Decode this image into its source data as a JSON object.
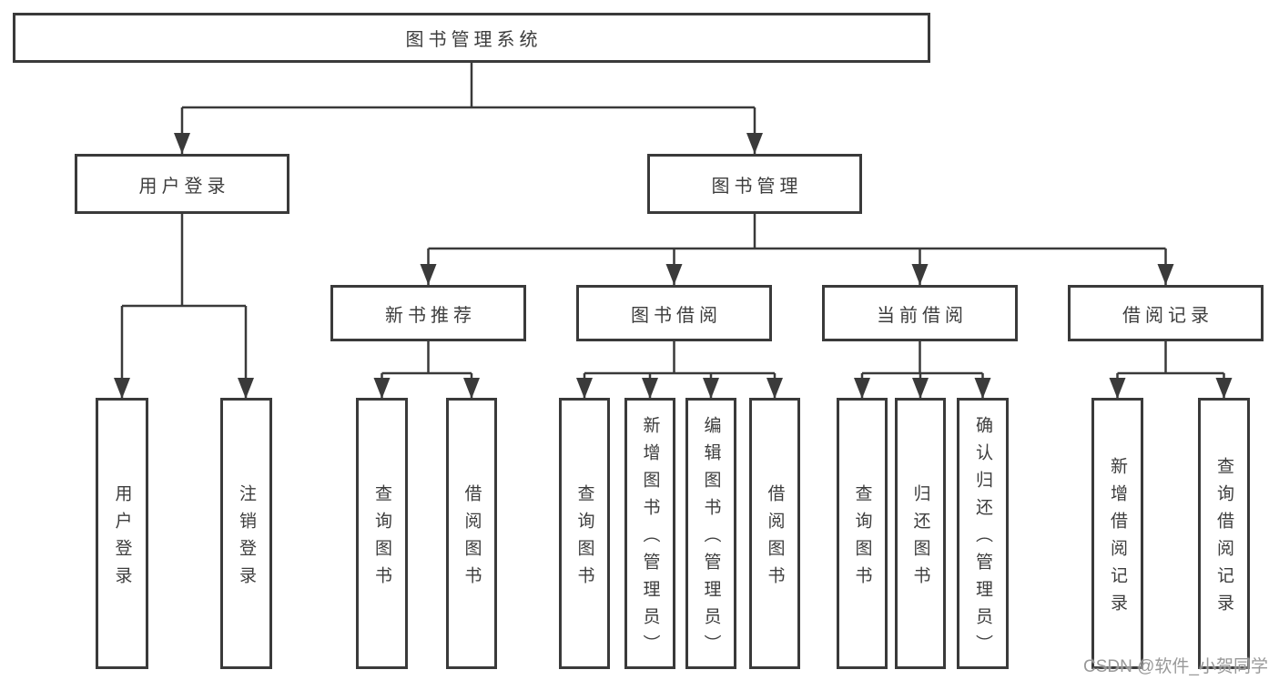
{
  "diagram": {
    "root": "图书管理系统",
    "level2": [
      "用户登录",
      "图书管理"
    ],
    "level3": [
      "新书推荐",
      "图书借阅",
      "当前借阅",
      "借阅记录"
    ],
    "leaves": {
      "user_login": [
        "用户登录",
        "注销登录"
      ],
      "new_book_recommend": [
        "查询图书",
        "借阅图书"
      ],
      "book_borrow": [
        "查询图书",
        "新增图书（管理员）",
        "编辑图书（管理员）",
        "借阅图书"
      ],
      "current_borrow": [
        "查询图书",
        "归还图书",
        "确认归还（管理员）"
      ],
      "borrow_records": [
        "新增借阅记录",
        "查询借阅记录"
      ]
    }
  },
  "watermark": "CSDN @软件_小贺同学",
  "colors": {
    "line": "#3a3a3a",
    "text": "#3d3d3d",
    "watermark": "#949494",
    "background": "#ffffff"
  }
}
